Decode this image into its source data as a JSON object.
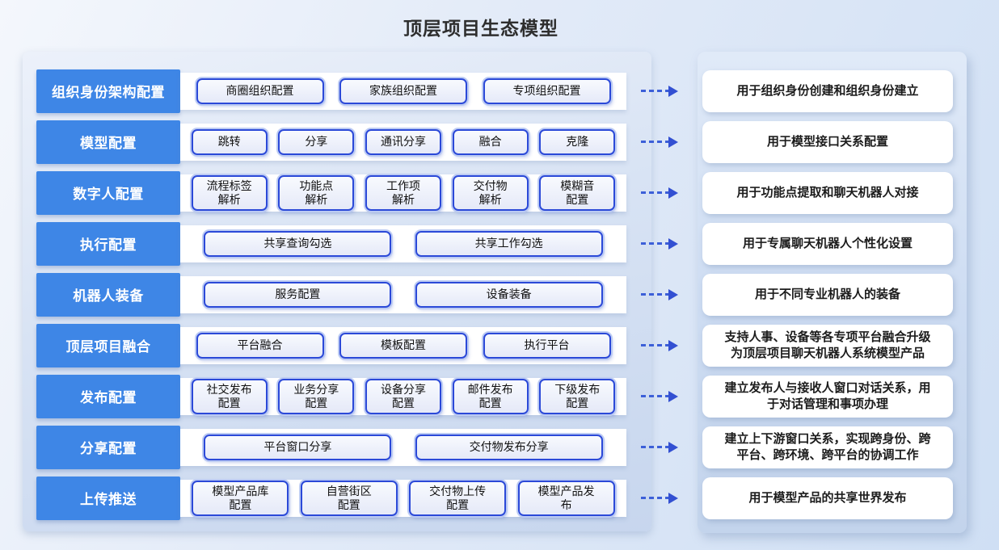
{
  "title": "顶层项目生态模型",
  "colors": {
    "label_blue": "#3e86e6",
    "box_border_blue": "#2b49d8",
    "arrow_blue": "#3350d2",
    "panel_blue": "#cddcf2"
  },
  "arrow_icon": "dashed-right-arrow",
  "rows": [
    {
      "label": "组织身份架构配置",
      "boxes": [
        "商圈组织配置",
        "家族组织配置",
        "专项组织配置"
      ],
      "description": "用于组织身份创建和组织身份建立"
    },
    {
      "label": "模型配置",
      "boxes": [
        "跳转",
        "分享",
        "通讯分享",
        "融合",
        "克隆"
      ],
      "description": "用于模型接口关系配置"
    },
    {
      "label": "数字人配置",
      "boxes": [
        "流程标签\n解析",
        "功能点\n解析",
        "工作项\n解析",
        "交付物\n解析",
        "模糊音\n配置"
      ],
      "description": "用于功能点提取和聊天机器人对接"
    },
    {
      "label": "执行配置",
      "boxes": [
        "共享查询勾选",
        "共享工作勾选"
      ],
      "description": "用于专属聊天机器人个性化设置"
    },
    {
      "label": "机器人装备",
      "boxes": [
        "服务配置",
        "设备装备"
      ],
      "description": "用于不同专业机器人的装备"
    },
    {
      "label": "顶层项目融合",
      "boxes": [
        "平台融合",
        "模板配置",
        "执行平台"
      ],
      "description": "支持人事、设备等各专项平台融合升级\n为顶层项目聊天机器人系统模型产品"
    },
    {
      "label": "发布配置",
      "boxes": [
        "社交发布\n配置",
        "业务分享\n配置",
        "设备分享\n配置",
        "邮件发布\n配置",
        "下级发布\n配置"
      ],
      "description": "建立发布人与接收人窗口对话关系，用\n于对话管理和事项办理"
    },
    {
      "label": "分享配置",
      "boxes": [
        "平台窗口分享",
        "交付物发布分享"
      ],
      "description": "建立上下游窗口关系，实现跨身份、跨\n平台、跨环境、跨平台的协调工作"
    },
    {
      "label": "上传推送",
      "boxes": [
        "模型产品库\n配置",
        "自营街区\n配置",
        "交付物上传\n配置",
        "模型产品发\n布"
      ],
      "description": "用于模型产品的共享世界发布"
    }
  ]
}
